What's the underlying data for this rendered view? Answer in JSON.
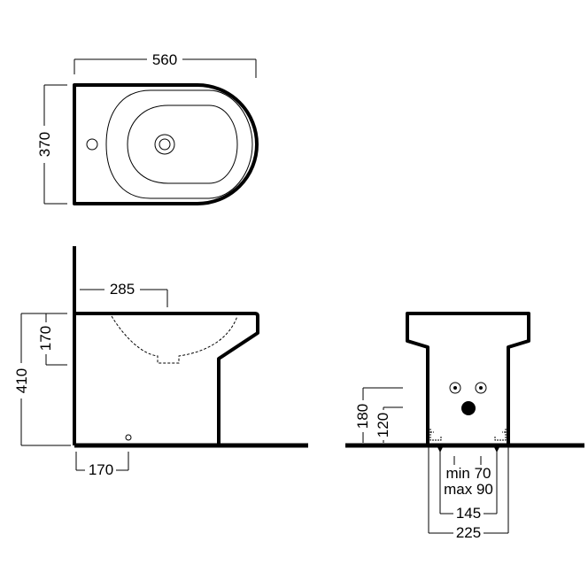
{
  "top_view": {
    "width_label": "560",
    "depth_label": "370"
  },
  "side_view": {
    "bowl_depth_label": "285",
    "rim_to_bowl_label": "170",
    "height_label": "410",
    "drain_offset_label": "170"
  },
  "front_view": {
    "inlet_180_label": "180",
    "inlet_120_label": "120",
    "min_label": "min 70",
    "max_label": "max 90",
    "width_145_label": "145",
    "width_225_label": "225"
  }
}
